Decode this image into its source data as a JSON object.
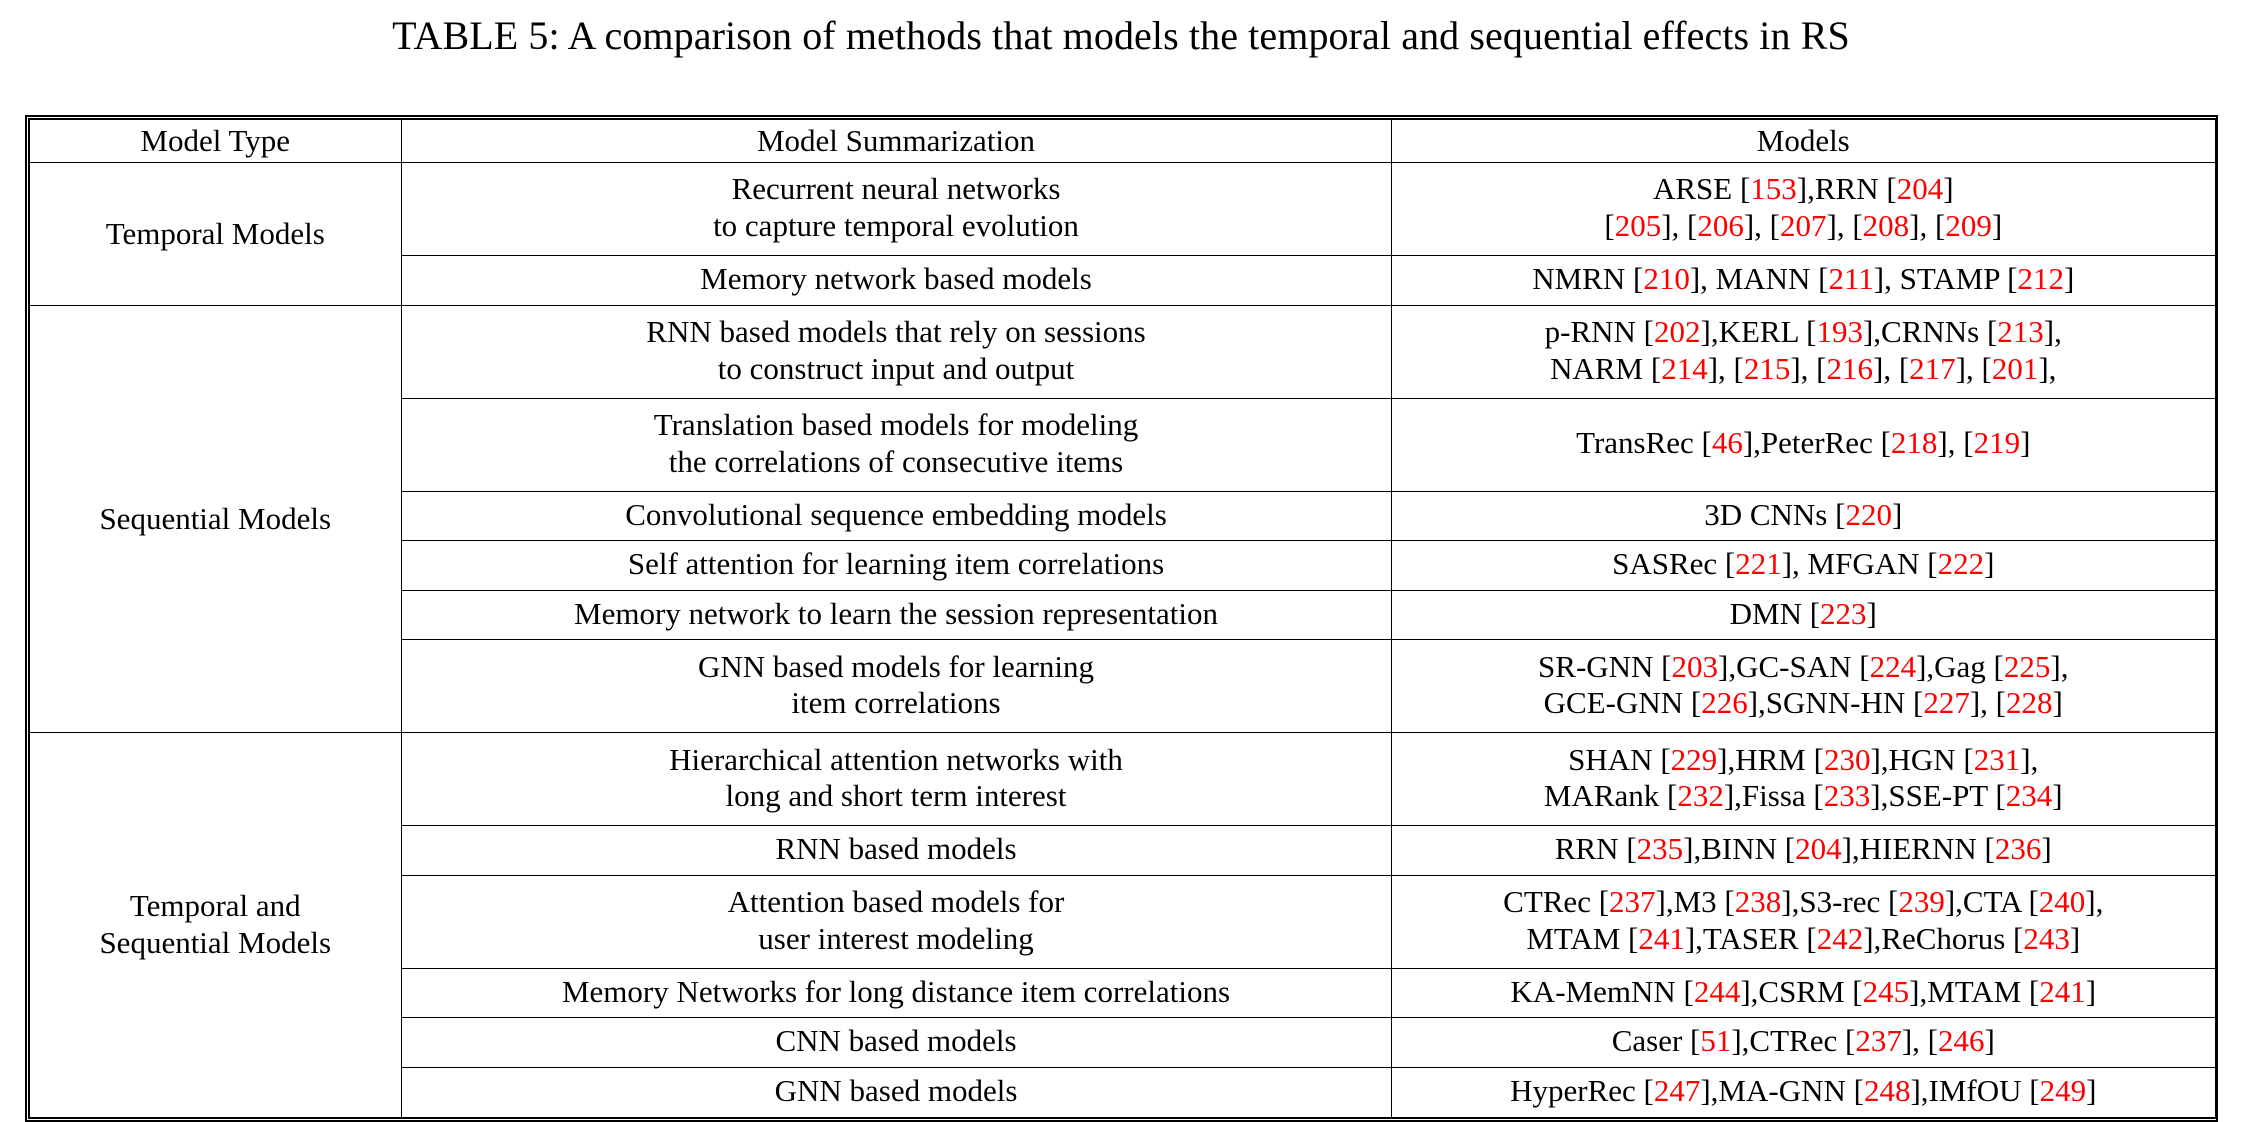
{
  "caption": "TABLE 5: A comparison of methods that models the temporal and sequential effects in RS",
  "colors": {
    "citation": "#FF0000",
    "text": "#000000",
    "border": "#000000",
    "background": "#FFFFFF"
  },
  "table": {
    "headers": {
      "model_type": "Model Type",
      "model_summarization": "Model Summarization",
      "models": "Models"
    },
    "groups": [
      {
        "type_label": "Temporal Models",
        "rows": [
          {
            "summary_lines": [
              "Recurrent neural networks",
              "to capture temporal evolution"
            ],
            "models_lines": [
              [
                {
                  "t": "ARSE [",
                  "c": false
                },
                {
                  "t": "153",
                  "c": true
                },
                {
                  "t": "],RRN [",
                  "c": false
                },
                {
                  "t": "204",
                  "c": true
                },
                {
                  "t": "]",
                  "c": false
                }
              ],
              [
                {
                  "t": "[",
                  "c": false
                },
                {
                  "t": "205",
                  "c": true
                },
                {
                  "t": "], [",
                  "c": false
                },
                {
                  "t": "206",
                  "c": true
                },
                {
                  "t": "], [",
                  "c": false
                },
                {
                  "t": "207",
                  "c": true
                },
                {
                  "t": "], [",
                  "c": false
                },
                {
                  "t": "208",
                  "c": true
                },
                {
                  "t": "], [",
                  "c": false
                },
                {
                  "t": "209",
                  "c": true
                },
                {
                  "t": "]",
                  "c": false
                }
              ]
            ]
          },
          {
            "summary_lines": [
              "Memory network based models"
            ],
            "models_lines": [
              [
                {
                  "t": "NMRN [",
                  "c": false
                },
                {
                  "t": "210",
                  "c": true
                },
                {
                  "t": "], MANN [",
                  "c": false
                },
                {
                  "t": "211",
                  "c": true
                },
                {
                  "t": "], STAMP [",
                  "c": false
                },
                {
                  "t": "212",
                  "c": true
                },
                {
                  "t": "]",
                  "c": false
                }
              ]
            ]
          }
        ]
      },
      {
        "type_label": "Sequential Models",
        "rows": [
          {
            "summary_lines": [
              "RNN based models that rely on sessions",
              "to construct input and output"
            ],
            "models_lines": [
              [
                {
                  "t": "p-RNN [",
                  "c": false
                },
                {
                  "t": "202",
                  "c": true
                },
                {
                  "t": "],KERL [",
                  "c": false
                },
                {
                  "t": "193",
                  "c": true
                },
                {
                  "t": "],CRNNs [",
                  "c": false
                },
                {
                  "t": "213",
                  "c": true
                },
                {
                  "t": "],",
                  "c": false
                }
              ],
              [
                {
                  "t": "NARM [",
                  "c": false
                },
                {
                  "t": "214",
                  "c": true
                },
                {
                  "t": "], [",
                  "c": false
                },
                {
                  "t": "215",
                  "c": true
                },
                {
                  "t": "], [",
                  "c": false
                },
                {
                  "t": "216",
                  "c": true
                },
                {
                  "t": "], [",
                  "c": false
                },
                {
                  "t": "217",
                  "c": true
                },
                {
                  "t": "], [",
                  "c": false
                },
                {
                  "t": "201",
                  "c": true
                },
                {
                  "t": "],",
                  "c": false
                }
              ]
            ]
          },
          {
            "summary_lines": [
              "Translation based models for modeling",
              "the correlations of consecutive items"
            ],
            "models_lines": [
              [
                {
                  "t": "TransRec [",
                  "c": false
                },
                {
                  "t": "46",
                  "c": true
                },
                {
                  "t": "],PeterRec [",
                  "c": false
                },
                {
                  "t": "218",
                  "c": true
                },
                {
                  "t": "], [",
                  "c": false
                },
                {
                  "t": "219",
                  "c": true
                },
                {
                  "t": "]",
                  "c": false
                }
              ]
            ]
          },
          {
            "summary_lines": [
              "Convolutional sequence embedding models"
            ],
            "models_lines": [
              [
                {
                  "t": "3D CNNs [",
                  "c": false
                },
                {
                  "t": "220",
                  "c": true
                },
                {
                  "t": "]",
                  "c": false
                }
              ]
            ]
          },
          {
            "summary_lines": [
              "Self attention for learning item correlations"
            ],
            "models_lines": [
              [
                {
                  "t": "SASRec [",
                  "c": false
                },
                {
                  "t": "221",
                  "c": true
                },
                {
                  "t": "], MFGAN [",
                  "c": false
                },
                {
                  "t": "222",
                  "c": true
                },
                {
                  "t": "]",
                  "c": false
                }
              ]
            ]
          },
          {
            "summary_lines": [
              "Memory network to learn the session representation"
            ],
            "models_lines": [
              [
                {
                  "t": "DMN [",
                  "c": false
                },
                {
                  "t": "223",
                  "c": true
                },
                {
                  "t": "]",
                  "c": false
                }
              ]
            ]
          },
          {
            "summary_lines": [
              "GNN based models for learning",
              "item correlations"
            ],
            "models_lines": [
              [
                {
                  "t": "SR-GNN [",
                  "c": false
                },
                {
                  "t": "203",
                  "c": true
                },
                {
                  "t": "],GC-SAN [",
                  "c": false
                },
                {
                  "t": "224",
                  "c": true
                },
                {
                  "t": "],Gag [",
                  "c": false
                },
                {
                  "t": "225",
                  "c": true
                },
                {
                  "t": "],",
                  "c": false
                }
              ],
              [
                {
                  "t": "GCE-GNN [",
                  "c": false
                },
                {
                  "t": "226",
                  "c": true
                },
                {
                  "t": "],SGNN-HN [",
                  "c": false
                },
                {
                  "t": "227",
                  "c": true
                },
                {
                  "t": "], [",
                  "c": false
                },
                {
                  "t": "228",
                  "c": true
                },
                {
                  "t": "]",
                  "c": false
                }
              ]
            ]
          }
        ]
      },
      {
        "type_label": "Temporal and\nSequential Models",
        "type_lines": [
          "Temporal and",
          "Sequential Models"
        ],
        "rows": [
          {
            "summary_lines": [
              "Hierarchical attention networks with",
              "long and short term interest"
            ],
            "models_lines": [
              [
                {
                  "t": "SHAN [",
                  "c": false
                },
                {
                  "t": "229",
                  "c": true
                },
                {
                  "t": "],HRM [",
                  "c": false
                },
                {
                  "t": "230",
                  "c": true
                },
                {
                  "t": "],HGN [",
                  "c": false
                },
                {
                  "t": "231",
                  "c": true
                },
                {
                  "t": "],",
                  "c": false
                }
              ],
              [
                {
                  "t": "MARank [",
                  "c": false
                },
                {
                  "t": "232",
                  "c": true
                },
                {
                  "t": "],Fissa [",
                  "c": false
                },
                {
                  "t": "233",
                  "c": true
                },
                {
                  "t": "],SSE-PT [",
                  "c": false
                },
                {
                  "t": "234",
                  "c": true
                },
                {
                  "t": "]",
                  "c": false
                }
              ]
            ]
          },
          {
            "summary_lines": [
              "RNN based models"
            ],
            "models_lines": [
              [
                {
                  "t": "RRN [",
                  "c": false
                },
                {
                  "t": "235",
                  "c": true
                },
                {
                  "t": "],BINN [",
                  "c": false
                },
                {
                  "t": "204",
                  "c": true
                },
                {
                  "t": "],HIERNN [",
                  "c": false
                },
                {
                  "t": "236",
                  "c": true
                },
                {
                  "t": "]",
                  "c": false
                }
              ]
            ]
          },
          {
            "summary_lines": [
              "Attention based models for",
              "user interest modeling"
            ],
            "models_lines": [
              [
                {
                  "t": "CTRec [",
                  "c": false
                },
                {
                  "t": "237",
                  "c": true
                },
                {
                  "t": "],M3 [",
                  "c": false
                },
                {
                  "t": "238",
                  "c": true
                },
                {
                  "t": "],S3-rec [",
                  "c": false
                },
                {
                  "t": "239",
                  "c": true
                },
                {
                  "t": "],CTA [",
                  "c": false
                },
                {
                  "t": "240",
                  "c": true
                },
                {
                  "t": "],",
                  "c": false
                }
              ],
              [
                {
                  "t": "MTAM [",
                  "c": false
                },
                {
                  "t": "241",
                  "c": true
                },
                {
                  "t": "],TASER [",
                  "c": false
                },
                {
                  "t": "242",
                  "c": true
                },
                {
                  "t": "],ReChorus [",
                  "c": false
                },
                {
                  "t": "243",
                  "c": true
                },
                {
                  "t": "]",
                  "c": false
                }
              ]
            ]
          },
          {
            "summary_lines": [
              "Memory Networks for long distance item correlations"
            ],
            "models_lines": [
              [
                {
                  "t": "KA-MemNN [",
                  "c": false
                },
                {
                  "t": "244",
                  "c": true
                },
                {
                  "t": "],CSRM [",
                  "c": false
                },
                {
                  "t": "245",
                  "c": true
                },
                {
                  "t": "],MTAM [",
                  "c": false
                },
                {
                  "t": "241",
                  "c": true
                },
                {
                  "t": "]",
                  "c": false
                }
              ]
            ]
          },
          {
            "summary_lines": [
              "CNN based models"
            ],
            "models_lines": [
              [
                {
                  "t": "Caser [",
                  "c": false
                },
                {
                  "t": "51",
                  "c": true
                },
                {
                  "t": "],CTRec [",
                  "c": false
                },
                {
                  "t": "237",
                  "c": true
                },
                {
                  "t": "], [",
                  "c": false
                },
                {
                  "t": "246",
                  "c": true
                },
                {
                  "t": "]",
                  "c": false
                }
              ]
            ]
          },
          {
            "summary_lines": [
              "GNN based models"
            ],
            "models_lines": [
              [
                {
                  "t": "HyperRec [",
                  "c": false
                },
                {
                  "t": "247",
                  "c": true
                },
                {
                  "t": "],MA-GNN [",
                  "c": false
                },
                {
                  "t": "248",
                  "c": true
                },
                {
                  "t": "],IMfOU [",
                  "c": false
                },
                {
                  "t": "249",
                  "c": true
                },
                {
                  "t": "]",
                  "c": false
                }
              ]
            ]
          }
        ]
      }
    ]
  }
}
